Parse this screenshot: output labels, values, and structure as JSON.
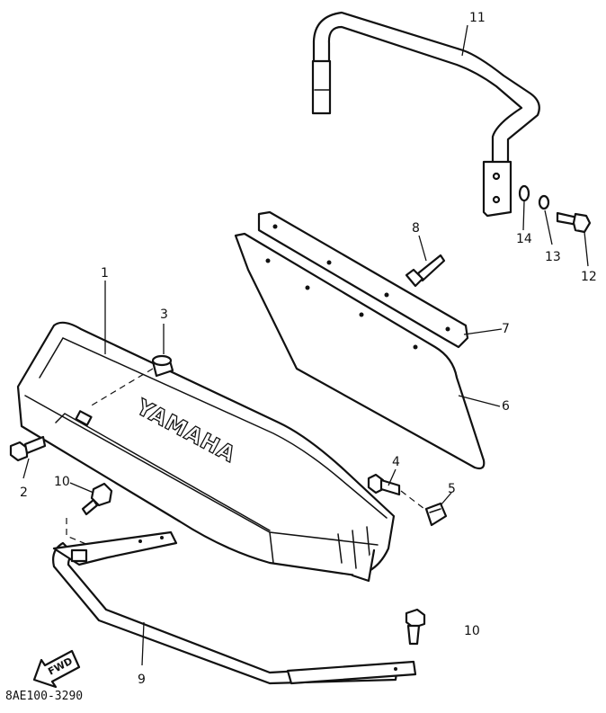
{
  "diagram": {
    "brand_text": "YAMAHA",
    "direction_label": "FWD",
    "drawing_code": "8AE100-3290",
    "callouts": {
      "c1": "1",
      "c2": "2",
      "c3": "3",
      "c4": "4",
      "c5": "5",
      "c6": "6",
      "c7": "7",
      "c8": "8",
      "c9": "9",
      "c10a": "10",
      "c10b": "10",
      "c11": "11",
      "c12": "12",
      "c13": "13",
      "c14": "14"
    }
  }
}
